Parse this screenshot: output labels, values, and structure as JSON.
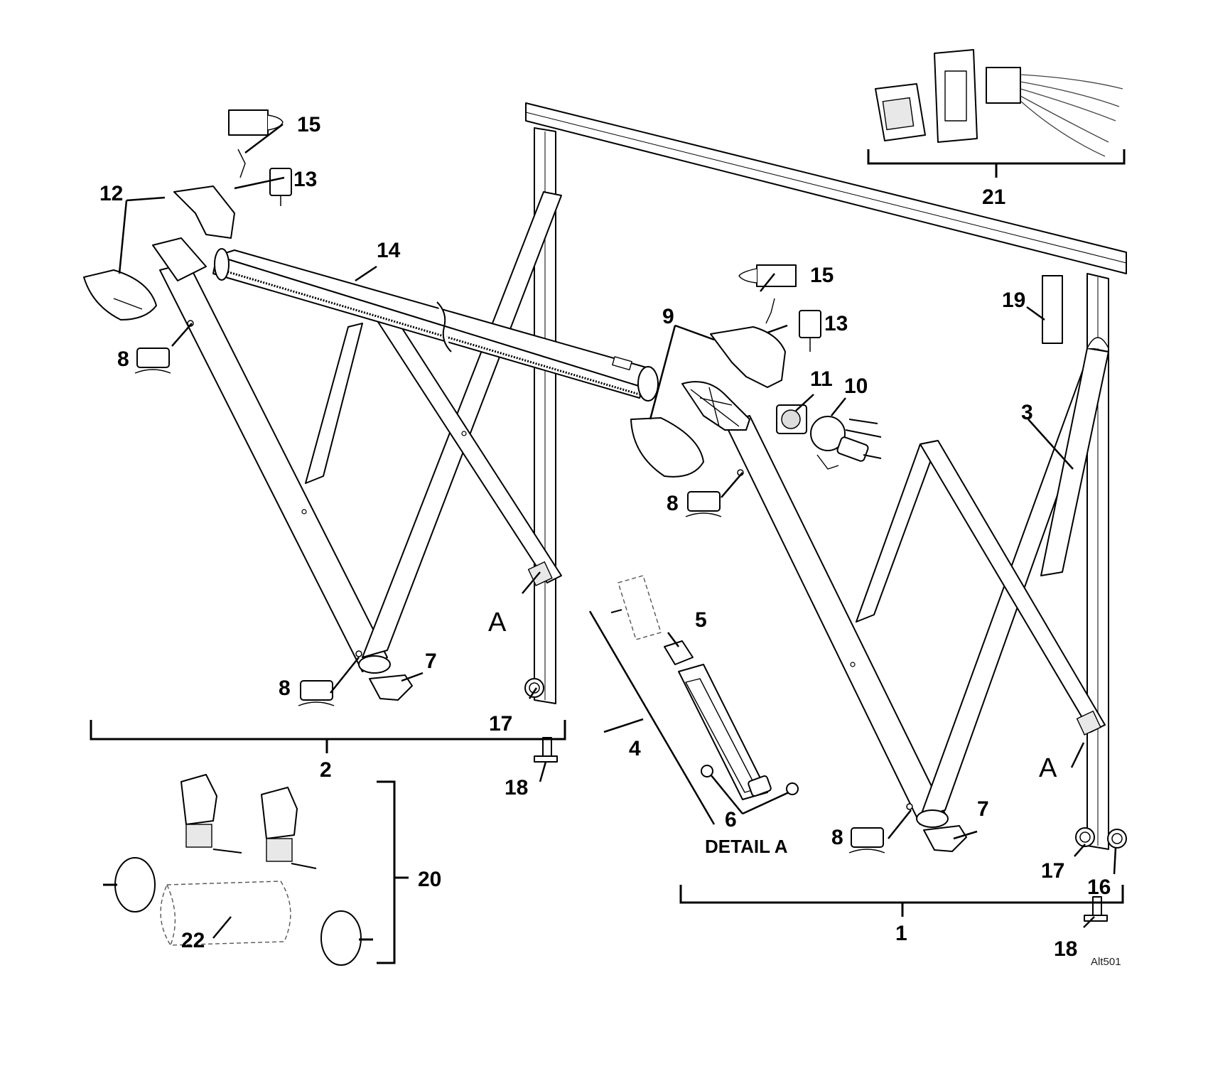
{
  "callouts": {
    "c1": "1",
    "c2": "2",
    "c3": "3",
    "c4": "4",
    "c5": "5",
    "c6": "6",
    "c7": "7",
    "c8": "8",
    "c9": "9",
    "c10": "10",
    "c11": "11",
    "c12": "12",
    "c13": "13",
    "c14": "14",
    "c15": "15",
    "c16": "16",
    "c17": "17",
    "c18": "18",
    "c19": "19",
    "c20": "20",
    "c21": "21",
    "c22": "22",
    "detail_letter": "A",
    "detail_caption": "DETAIL A"
  },
  "drawing_code": "Alt501"
}
